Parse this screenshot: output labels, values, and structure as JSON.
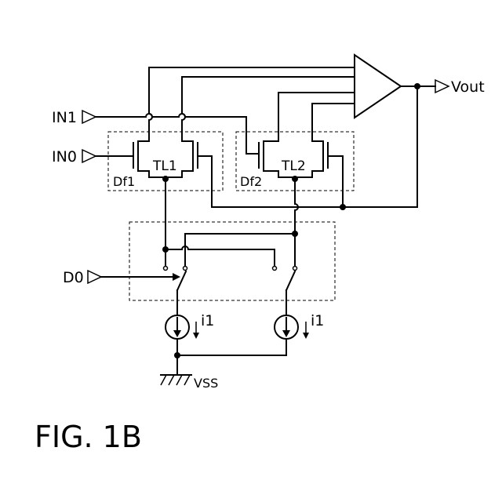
{
  "labels": {
    "in1": "IN1",
    "in0": "IN0",
    "d0": "D0",
    "vout": "Vout",
    "tl1": "TL1",
    "tl2": "TL2",
    "df1": "Df1",
    "df2": "Df2",
    "i1_left": "i1",
    "i1_right": "i1",
    "vss": "VSS"
  },
  "figure_caption": "FIG. 1B"
}
